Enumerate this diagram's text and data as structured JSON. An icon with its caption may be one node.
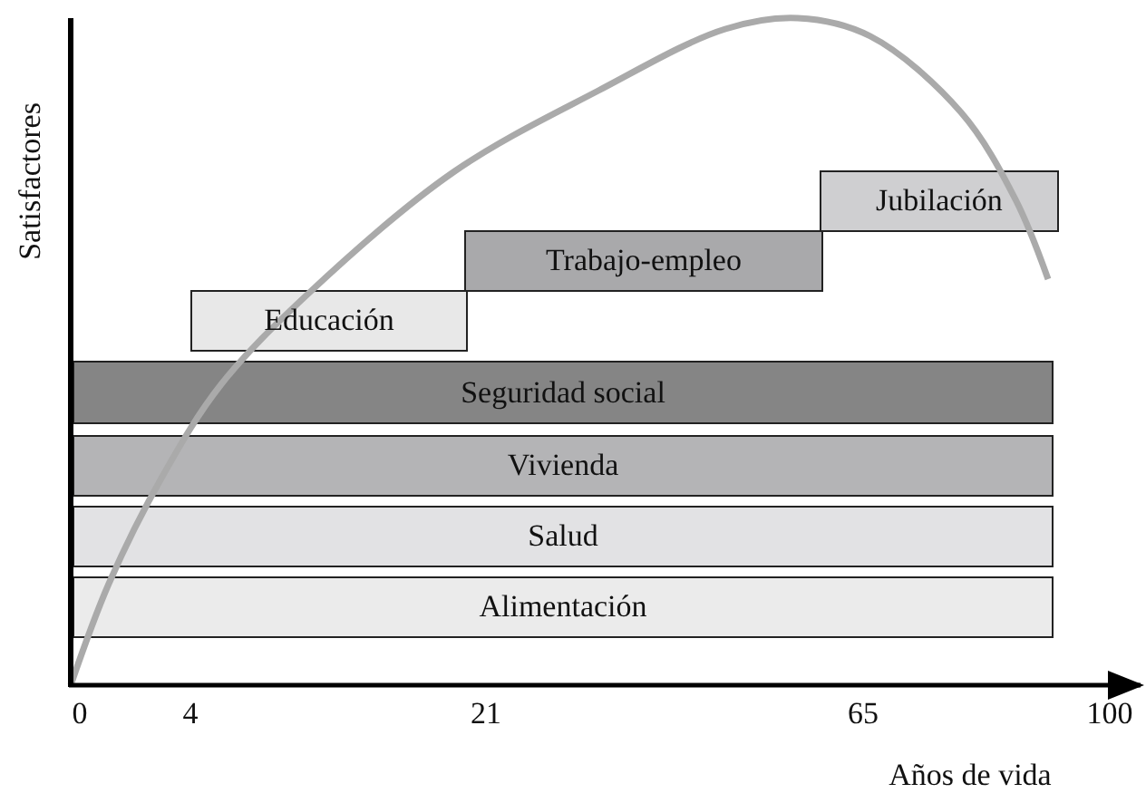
{
  "diagram": {
    "nodes": [
      {
        "text": [
          "Jubilación"
        ]
      },
      {
        "text": [
          "Trabajo-empleo"
        ]
      },
      {
        "text": [
          "Educación"
        ]
      },
      {
        "text": [
          "Seguridad social"
        ]
      },
      {
        "text": [
          "Vivienda"
        ]
      },
      {
        "text": [
          "Salud"
        ]
      },
      {
        "text": [
          "Alimentación"
        ]
      }
    ],
    "labels": [
      "Satisfactores",
      "0",
      "4",
      "21",
      "65",
      "100",
      "Años de vida"
    ]
  }
}
